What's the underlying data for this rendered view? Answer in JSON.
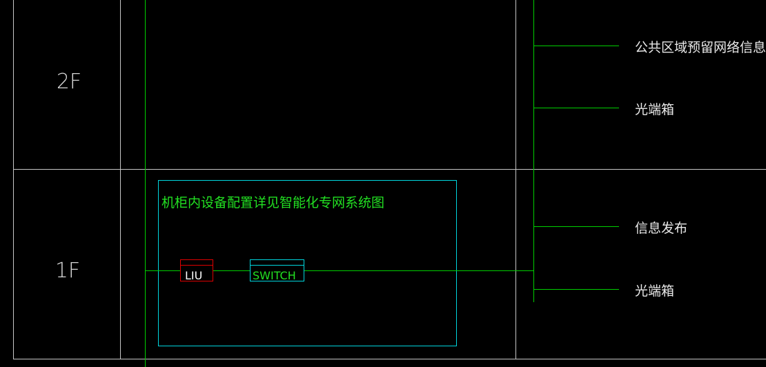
{
  "floors": {
    "upper": "2F",
    "lower": "1F"
  },
  "cabinet": {
    "note": "机柜内设备配置详见智能化专网系统图",
    "devices": {
      "liu": "LIU",
      "switch": "SWITCH"
    }
  },
  "outputs": {
    "items": [
      "公共区域预留网络信息点位",
      "光端箱",
      "信息发布",
      "光端箱"
    ]
  },
  "colors": {
    "background": "#000000",
    "grid": "#c8c8c8",
    "wire": "#00d000",
    "box": "#00d8e0",
    "liu_box": "#e00000",
    "label_text": "#e8e8e8",
    "note_text": "#22e022"
  }
}
